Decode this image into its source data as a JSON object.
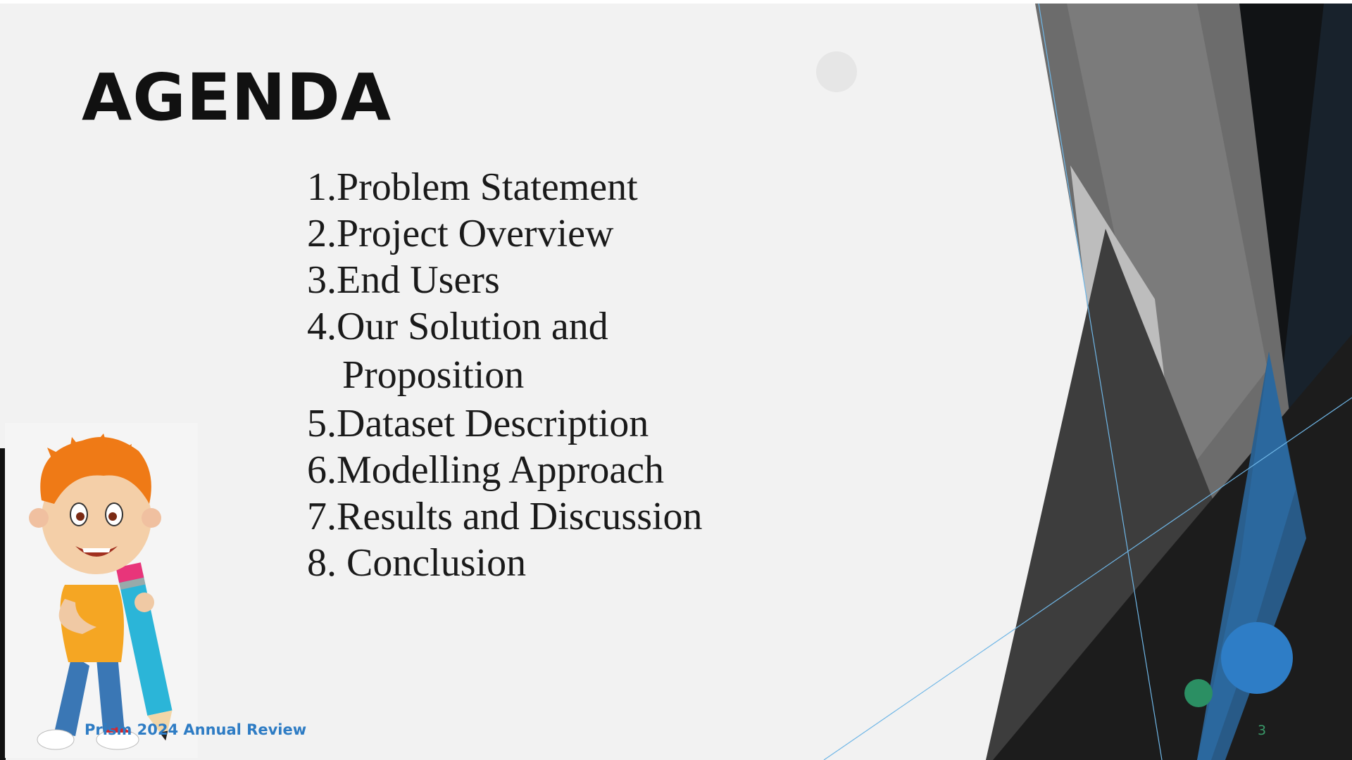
{
  "slide": {
    "title": "AGENDA",
    "agenda_items": [
      {
        "label": "1.Problem Statement"
      },
      {
        "label": "2.Project Overview"
      },
      {
        "label": "3.End Users"
      },
      {
        "label": "4.Our Solution and",
        "continuation": "Proposition"
      },
      {
        "label": "5.Dataset Description"
      },
      {
        "label": "6.Modelling Approach"
      },
      {
        "label": "7.Results and Discussion"
      },
      {
        "label": "8. Conclusion"
      }
    ],
    "footer_text": "Prism 2024 Annual Review",
    "page_number": "3"
  },
  "colors": {
    "background": "#f2f2f2",
    "accent_blue": "#2e7dc6",
    "accent_green": "#2b8f63",
    "footer_text": "#2e7cc4",
    "title": "#111111"
  },
  "icons": {
    "illustration": "cartoon-boy-with-pencil"
  }
}
